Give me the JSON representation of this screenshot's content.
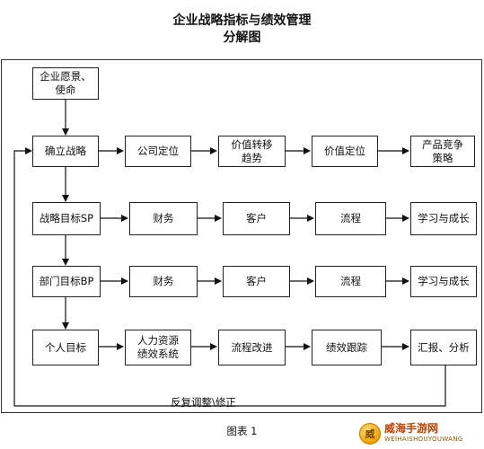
{
  "title": {
    "line1": "企业战略指标与绩效管理",
    "line2": "分解图"
  },
  "nodes": {
    "vision": "企业愿景、\n使命",
    "r1": [
      "确立战略",
      "公司定位",
      "价值转移\n趋势",
      "价值定位",
      "产品竞争\n策略"
    ],
    "r2": [
      "战略目标SP",
      "财务",
      "客户",
      "流程",
      "学习与成长"
    ],
    "r3": [
      "部门目标BP",
      "财务",
      "客户",
      "流程",
      "学习与成长"
    ],
    "r4": [
      "个人目标",
      "人力资源\n绩效系统",
      "流程改进",
      "绩效跟踪",
      "汇报、分析"
    ]
  },
  "feedback_label": "反复调整\\修正",
  "caption": "图表 1",
  "watermark": {
    "logo": "威",
    "name": "威海手游网",
    "url": "WEIHAISHOUYOUWANG"
  }
}
